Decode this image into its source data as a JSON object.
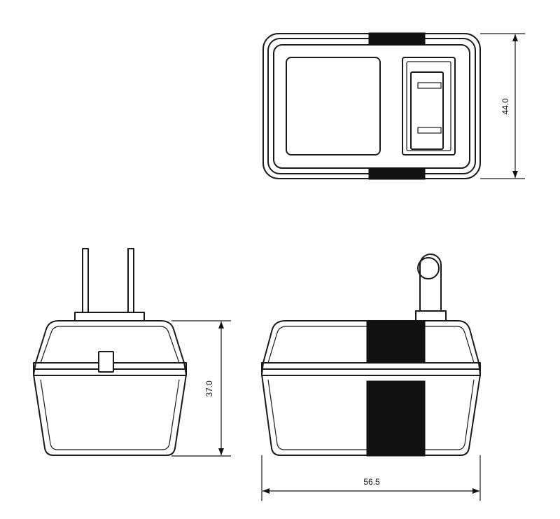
{
  "drawing": {
    "top_view": {
      "height_label": "44.0"
    },
    "side_view": {
      "height_label": "37.0"
    },
    "front_view": {
      "width_label": "56.5"
    }
  }
}
